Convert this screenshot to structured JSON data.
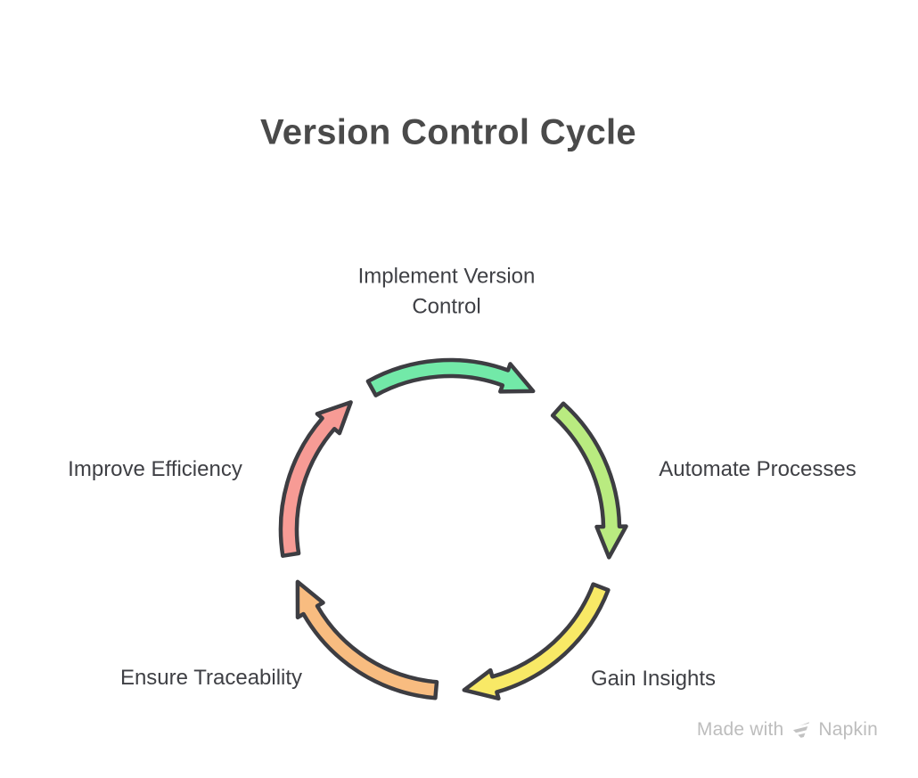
{
  "title": "Version Control Cycle",
  "diagram": {
    "type": "cycle",
    "direction": "clockwise",
    "steps": [
      {
        "label": "Implement Version Control",
        "arrow_color": "#72E9A8",
        "position": "top"
      },
      {
        "label": "Automate Processes",
        "arrow_color": "#B9EB80",
        "position": "right"
      },
      {
        "label": "Gain Insights",
        "arrow_color": "#F8E966",
        "position": "bottom-right"
      },
      {
        "label": "Ensure Traceability",
        "arrow_color": "#F8BC80",
        "position": "bottom-left"
      },
      {
        "label": "Improve Efficiency",
        "arrow_color": "#F79B95",
        "position": "left"
      }
    ],
    "arrow_outline_color": "#3D3D42",
    "label_color": "#3F4045",
    "title_color": "#4A4A4A"
  },
  "watermark": {
    "text_prefix": "Made with",
    "brand": "Napkin",
    "color": "#BDBDBD"
  }
}
